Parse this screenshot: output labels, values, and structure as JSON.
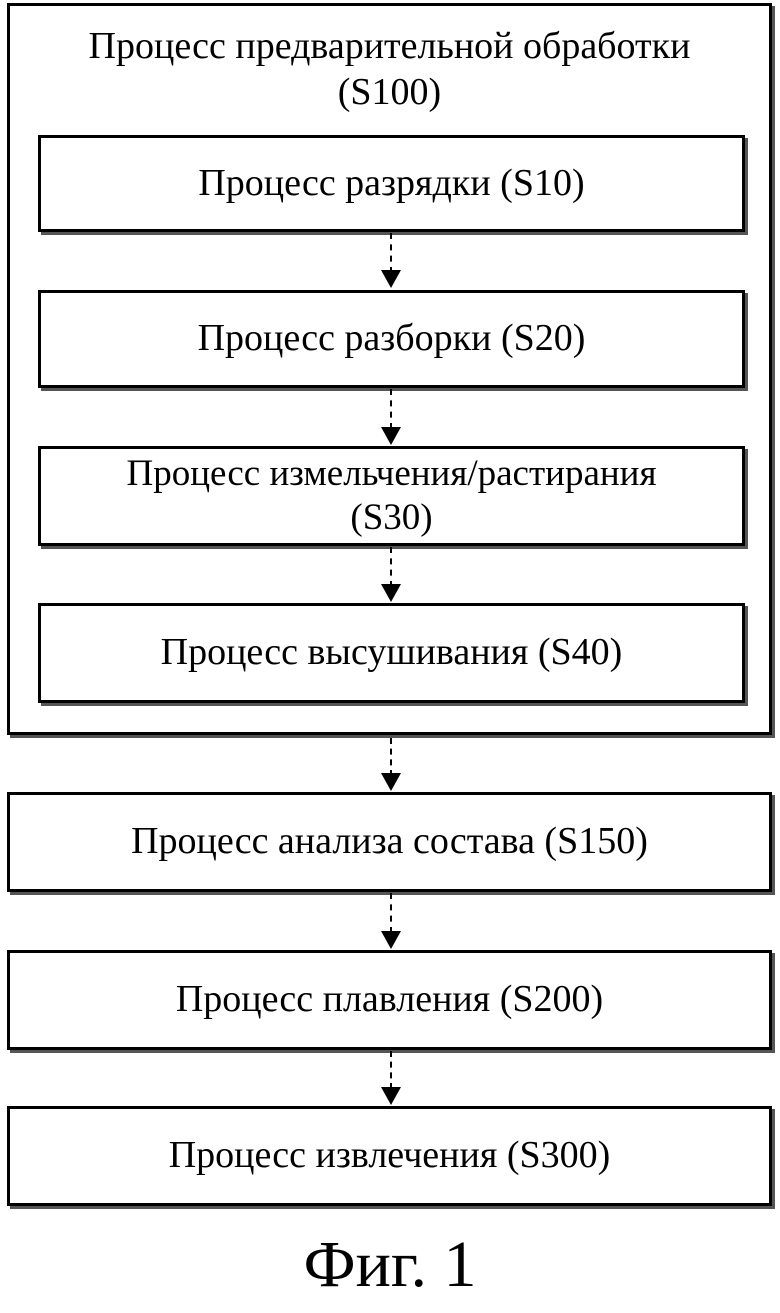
{
  "preprocess": {
    "title_line1": "Процесс предварительной обработки",
    "title_line2": "(S100)"
  },
  "steps": [
    {
      "label": "Процесс разрядки (S10)"
    },
    {
      "label": "Процесс разборки (S20)"
    },
    {
      "label_line1": "Процесс измельчения/растирания",
      "label_line2": "(S30)"
    },
    {
      "label": "Процесс высушивания (S40)"
    },
    {
      "label": "Процесс анализа состава (S150)"
    },
    {
      "label": "Процесс плавления (S200)"
    },
    {
      "label": "Процесс извлечения (S300)"
    }
  ],
  "caption": "Фиг. 1"
}
